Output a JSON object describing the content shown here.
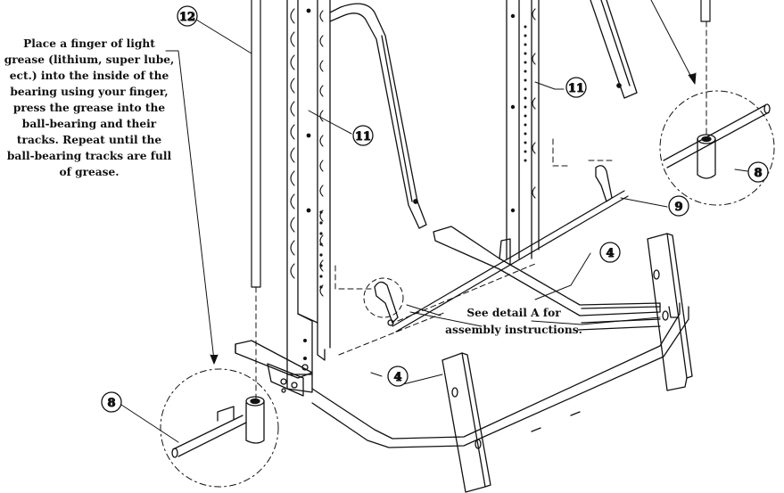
{
  "grease_note": "Place a finger of light grease (lithium, super lube, ect.) into the inside of the bearing using your finger, press the grease into the ball-bearing and their tracks. Repeat until the ball-bearing tracks are full of grease.",
  "detail_note": "See detail A for assembly instructions.",
  "callouts": {
    "part_12": "12",
    "part_11_left": "11",
    "part_11_right": "11",
    "part_8_right": "8",
    "part_8_left": "8",
    "part_9": "9",
    "part_4_upper": "4",
    "part_4_lower": "4"
  }
}
